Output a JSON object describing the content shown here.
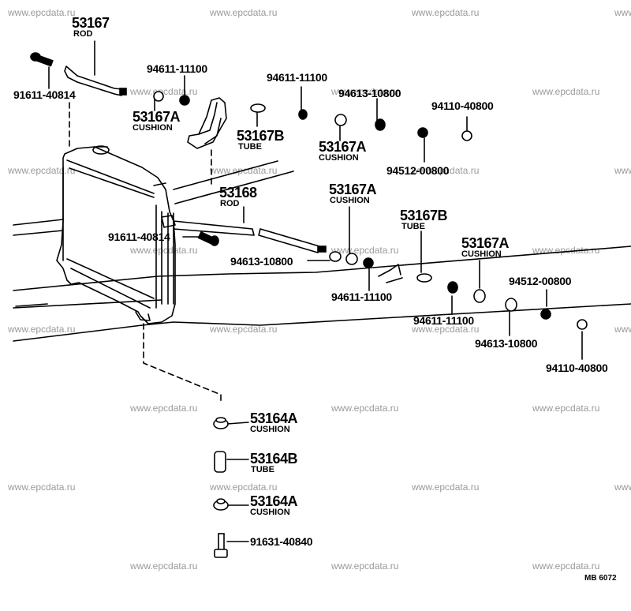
{
  "watermark": "www.epcdata.ru",
  "diagram_code": "MB 6072",
  "parts": {
    "rod_top": {
      "number": "53167",
      "name": "ROD"
    },
    "bolt_top": {
      "number": "91611-40814"
    },
    "washer_a1": {
      "number": "94611-11100"
    },
    "cushion_a1": {
      "number": "53167A",
      "name": "CUSHION"
    },
    "washer_a2": {
      "number": "94611-11100"
    },
    "tube_b1": {
      "number": "53167B",
      "name": "TUBE"
    },
    "washer_b1": {
      "number": "94613-10800"
    },
    "cushion_a2": {
      "number": "53167A",
      "name": "CUSHION"
    },
    "nut_top": {
      "number": "94110-40800"
    },
    "lockwasher_top": {
      "number": "94512-00800"
    },
    "rod_main": {
      "number": "53168",
      "name": "ROD"
    },
    "cushion_a3": {
      "number": "53167A",
      "name": "CUSHION"
    },
    "bolt_mid": {
      "number": "91611-40814"
    },
    "tube_b2": {
      "number": "53167B",
      "name": "TUBE"
    },
    "washer_b2": {
      "number": "94613-10800"
    },
    "cushion_a4": {
      "number": "53167A",
      "name": "CUSHION"
    },
    "washer_a3": {
      "number": "94611-11100"
    },
    "lockwasher_mid": {
      "number": "94512-00800"
    },
    "washer_a4": {
      "number": "94611-11100"
    },
    "washer_b3": {
      "number": "94613-10800"
    },
    "nut_mid": {
      "number": "94110-40800"
    },
    "cushion_53164a_1": {
      "number": "53164A",
      "name": "CUSHION"
    },
    "tube_53164b": {
      "number": "53164B",
      "name": "TUBE"
    },
    "cushion_53164a_2": {
      "number": "53164A",
      "name": "CUSHION"
    },
    "bolt_bottom": {
      "number": "91631-40840"
    }
  }
}
